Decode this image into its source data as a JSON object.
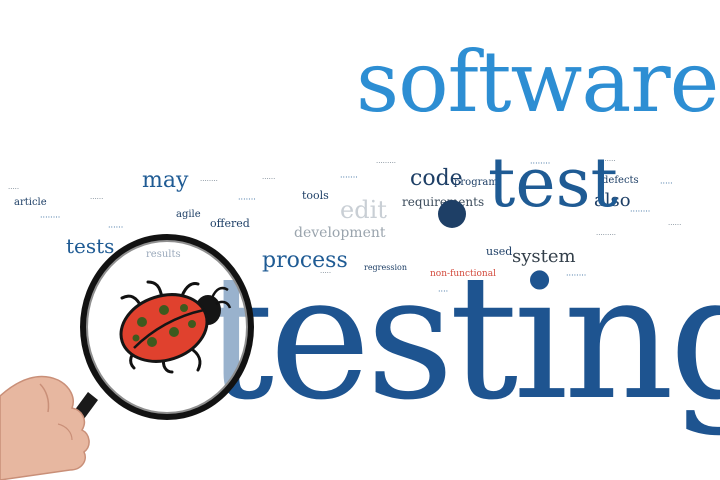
{
  "headline": {
    "software": "software",
    "test": "test",
    "testing": "testing"
  },
  "cloud": {
    "may": "may",
    "code": "code",
    "tests": "tests",
    "process": "process",
    "system": "system",
    "also": "also",
    "requirements": "requirements",
    "development": "development",
    "used": "used",
    "offered": "offered",
    "agile": "agile",
    "results": "results",
    "article": "article",
    "tools": "tools",
    "edit": "edit",
    "program": "program",
    "defects": "defects",
    "non_functional": "non-functional",
    "regression": "regression"
  },
  "colors": {
    "light_blue": "#2d8ed3",
    "dark_blue": "#1e5490",
    "navy": "#1e3f66",
    "bug_red": "#e0412e",
    "bug_spots": "#3d5a1e"
  },
  "icons": {
    "magnifier": "magnifying-glass-icon",
    "bug": "ladybug-icon",
    "hand": "hand-icon"
  }
}
